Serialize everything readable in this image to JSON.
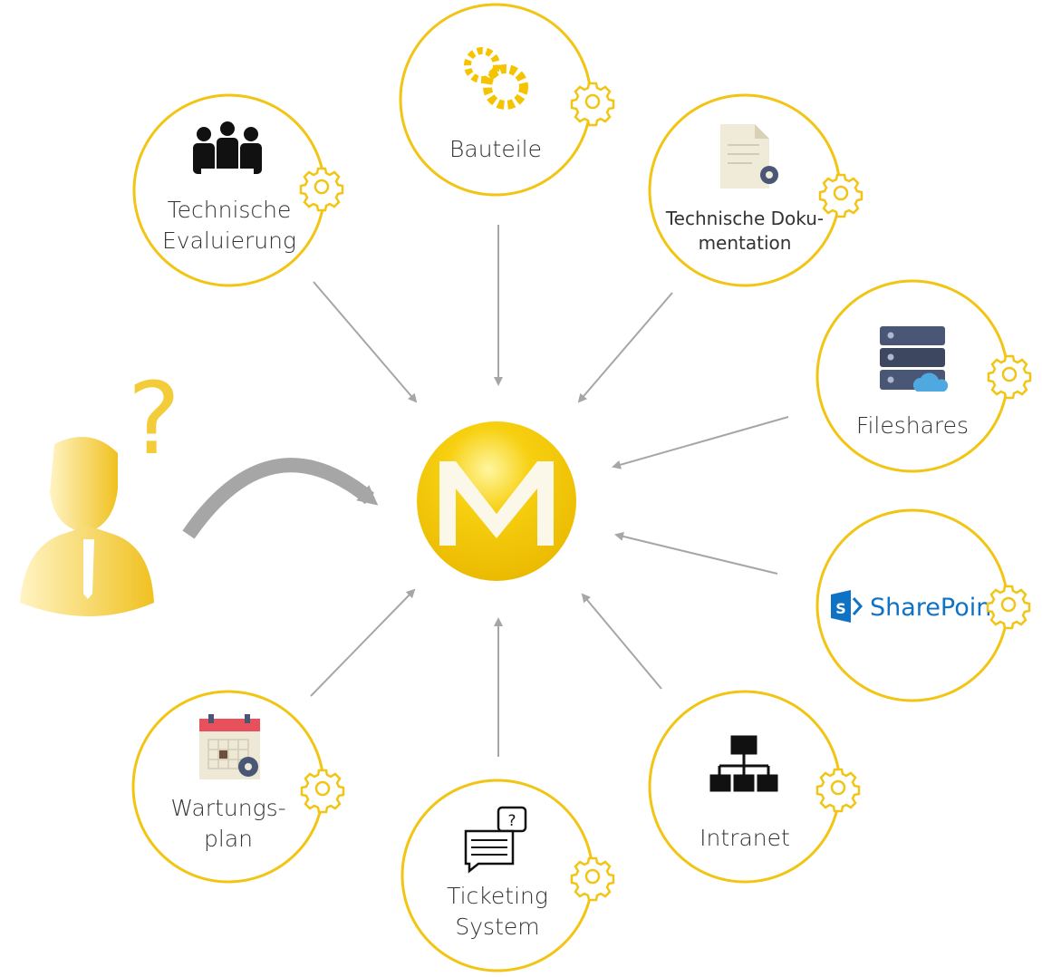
{
  "center": {
    "logo_letter": "M"
  },
  "nodes": [
    {
      "id": "technische-evaluierung",
      "lines": [
        "Technische",
        "Evaluierung"
      ],
      "icon": "meeting-people-icon"
    },
    {
      "id": "bauteile",
      "lines": [
        "Bauteile"
      ],
      "icon": "gears-icon"
    },
    {
      "id": "technische-dokumentation",
      "lines": [
        "Technische Doku-",
        "mentation"
      ],
      "icon": "document-gear-icon"
    },
    {
      "id": "fileshares",
      "lines": [
        "Fileshares"
      ],
      "icon": "server-cloud-icon"
    },
    {
      "id": "sharepoint",
      "lines": [
        "SharePoint"
      ],
      "icon": "sharepoint-logo-icon"
    },
    {
      "id": "intranet",
      "lines": [
        "Intranet"
      ],
      "icon": "network-icon"
    },
    {
      "id": "ticketing-system",
      "lines": [
        "Ticketing",
        "System"
      ],
      "icon": "chat-question-icon"
    },
    {
      "id": "wartungsplan",
      "lines": [
        "Wartungs-",
        "plan"
      ],
      "icon": "calendar-gear-icon"
    }
  ],
  "user": {
    "symbol": "?"
  },
  "colors": {
    "ring": "#f2c514",
    "arrow": "#a6a6a6",
    "sharepoint": "#0f72c4"
  }
}
